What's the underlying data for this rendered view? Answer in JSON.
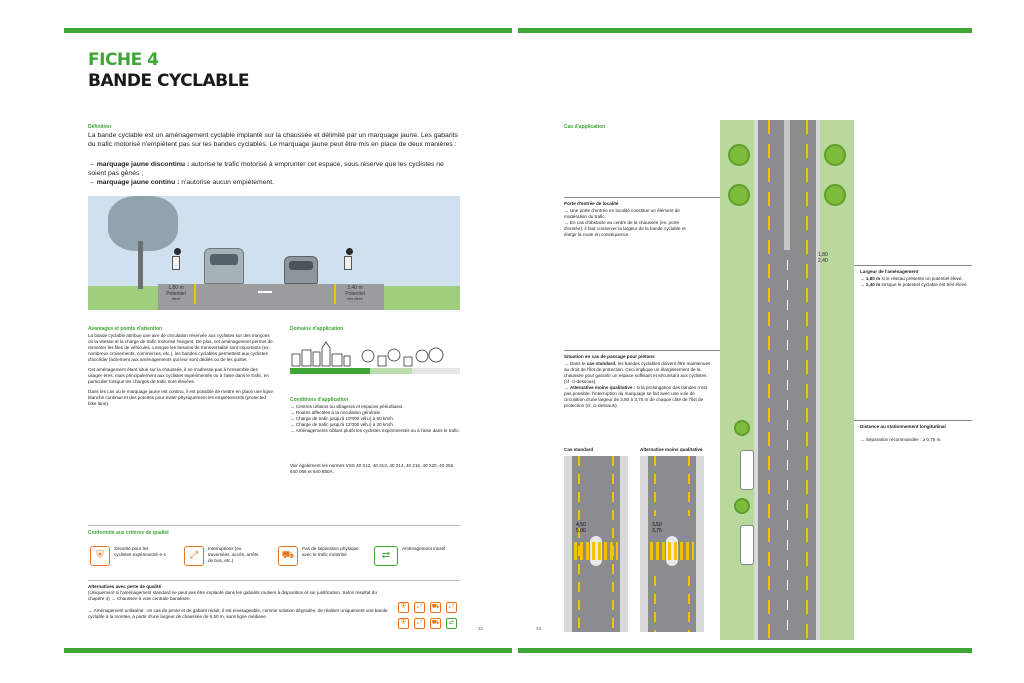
{
  "left": {
    "title_line1": "FICHE 4",
    "title_line2": "BANDE CYCLABLE",
    "definition_heading": "Définition",
    "definition_text": "La bande cyclable est un aménagement cyclable implanté sur la chaussée et délimité par un marquage jaune. Les gabarits du trafic motorisé n'empiètent pas sur les bandes cyclables. Le marquage jaune peut être mis en place de deux manières :",
    "definition_bullets": [
      {
        "strong": "marquage jaune discontinu :",
        "text": " autorise le trafic motorisé à emprunter cet espace, sous réserve que les cyclistes ne soient pas gênés ;"
      },
      {
        "strong": "marquage jaune continu :",
        "text": " n'autorise aucun empiètement."
      }
    ],
    "section_left_label1_value": "1,80 m",
    "section_left_label1_sub": "Potentiel",
    "section_left_label1_sub2": "élevé",
    "section_right_label_value": "2,40 m",
    "section_right_label_sub": "Potentiel",
    "section_right_label_sub2": "très élevé",
    "advantages_heading": "Avantages et points d'attention",
    "advantages_p1": "La bande cyclable attribue une aire de circulation réservée aux cyclistes sur des tronçons où la vitesse et la charge de trafic motorisé l'exigent. De plus, cet aménagement permet de remonter les files de véhicules. Lorsque les besoins de transversalité sont importants (ex. nombreux croisements, commerces, etc.), les bandes cyclables permettent aux cyclistes d'accéder facilement aux aménagements qui leur sont dédiés ou de les quitter.",
    "advantages_p2": "Cet aménagement étant situé sur la chaussée, il ne s'adresse pas à l'ensemble des usager·ères, mais principalement aux cyclistes expérimentés ou à l'aise dans le trafic, en particulier lorsque les charges de trafic sont élevées.",
    "advantages_p3": "Dans les cas où le marquage jaune est continu, il est possible de mettre en place une ligne blanche continue et des potelets pour éviter physiquement les empiètements (protected bike lane).",
    "domain_heading": "Domaine d'application",
    "conditions_heading": "Conditions d'application",
    "conditions": [
      "Centres urbains ou villageois et espaces périurbains.",
      "Routes affectées à la circulation générale.",
      "Charge de trafic jusqu'à 10'000 véh./j à 50 km/h.",
      "Charge de trafic jusqu'à 12'000 véh./j à 30 km/h.",
      "Aménagements ciblant plutôt les cyclistes expérimentés ou à l'aise dans le trafic."
    ],
    "norms_text": "Voir également les normes VSS 40 212, 40 213, 40 214, 40 216, 40 220, 40 252, 640 066 et 640 850A.",
    "quality_heading": "Conformité aux critères de qualité",
    "quality_items": [
      {
        "icon": "shield-icon",
        "text": "Sécurité pour les cyclistes expérimenté·e·s"
      },
      {
        "icon": "interruption-icon",
        "text": "Interruptions (ex. traversées, accès, arrêts de bus, etc.)"
      },
      {
        "icon": "separation-icon",
        "text": "Pas de séparation physique avec le trafic motorisé"
      },
      {
        "icon": "direct-icon",
        "text": "Aménagement intuitif"
      }
    ],
    "alternatives_heading": "Alternatives avec perte de qualité",
    "alternatives_text": "(Uniquement si l'aménagement standard ne peut pas être implanté dans les gabarits routiers à disposition et sur justification. Selon résultat du chapitre 4)  → Chaussée à voie centrale banalisée.",
    "alternatives_bullet": "Aménagement unilatéral : en cas de pente et de gabarit réduit, il est envisageable, comme solution dégradée, de réaliser uniquement une bande cyclable à la montée, à partir d'une largeur de chaussée de 6,50 m, sans ligne médiane.",
    "page_number": "32"
  },
  "right": {
    "application_heading": "Cas d'application",
    "entry_heading": "Porte d'entrée de localité",
    "entry_bullets": [
      "Une porte d'entrée en localité constitue un élément de modération du trafic.",
      "En cas d'obstacle au centre de la chaussée (ex. porte d'entrée), il faut conserver la largeur de la bande cyclable et élargir la route en conséquence."
    ],
    "width_value1": "1,80",
    "width_value2": "2,40",
    "width_heading": "Largeur de l'aménagement",
    "width_bullets": [
      {
        "strong": "1,80 m",
        "text": " si le réseau présente un potentiel élevé."
      },
      {
        "strong": "2,40 m",
        "text": " lorsque le potentiel cyclable est très élevé."
      }
    ],
    "pedestrian_heading": "Situation en cas de passage pour piétons",
    "pedestrian_bullets": [
      {
        "pre": "Dans le ",
        "strong": "cas standard",
        "text": ", les bandes cyclables doivent être maintenues au droit de l'îlot de protection. Ceci implique un élargissement de la chaussée pour garantir un espace suffisant et sécurisant aux cyclistes (cf. ci-dessous)."
      },
      {
        "pre": "",
        "strong": "Alternative moins qualitative :",
        "text": " si la prolongation des bandes n'est pas possible, l'interruption du marquage se fait avec une voie de circulation d'une largeur de 3,50 à 3,75 m de chaque côté de l'îlot de protection (cf. ci-dessous)."
      }
    ],
    "standard_label": "Cas standard",
    "alternative_label": "Alternative moins qualitative",
    "std_w1": "4,50",
    "std_w2": "5,00",
    "alt_w1": "3,50",
    "alt_w2": "3,75",
    "parking_heading": "Distance au stationnement longitudinal",
    "parking_bullet": "Séparation recommandée : ≥ 0,75 m.",
    "page_number": "33"
  }
}
